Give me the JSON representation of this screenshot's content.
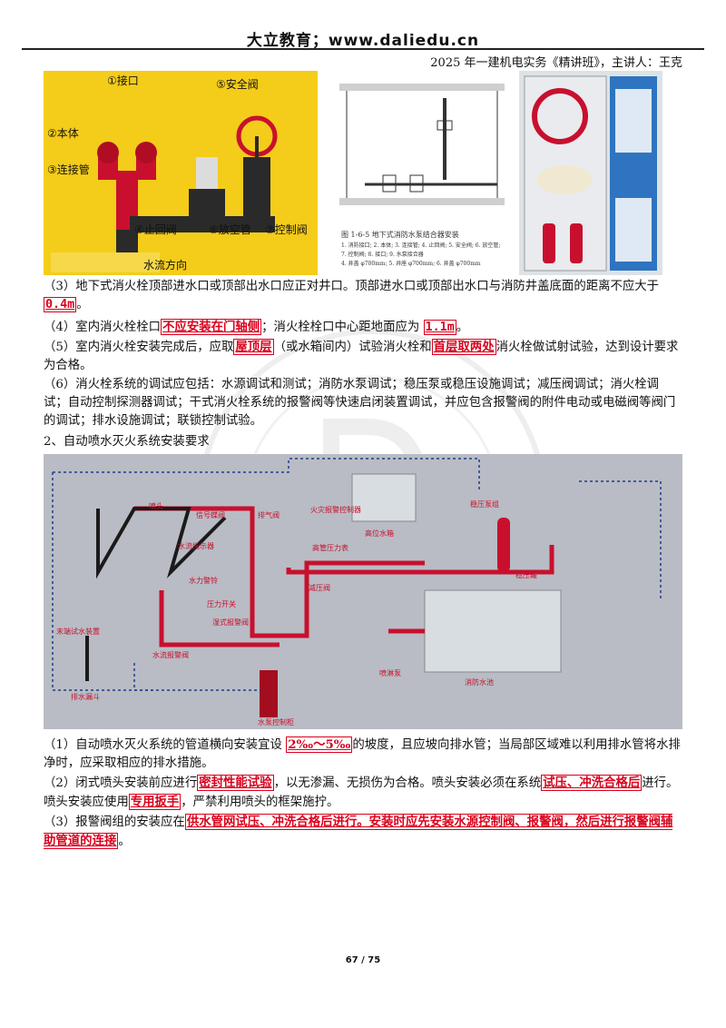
{
  "header": {
    "title": "大立教育；www.daliedu.cn",
    "subtitle": "2025 年一建机电实务《精讲班》，主讲人：王克"
  },
  "figure1": {
    "labels": [
      "①接口",
      "②本体",
      "③连接管",
      "④止回阀",
      "⑤安全阀",
      "⑥放空管",
      "⑦控制阀"
    ],
    "flow_direction": "水流方向"
  },
  "figure2": {
    "caption": "图 1-6-5  地下式消防水泵结合器安装",
    "legend_line1": "1. 消防接口; 2. 本体; 3. 连接管; 4. 止回阀; 5. 安全阀; 6. 放空管;",
    "legend_line2": "7. 控制阀; 8. 接口; 9. 水泵接合器",
    "legend_line3": "4. 井盖 φ700mm; 5. 井座 φ700mm; 6. 井盖 φ700mm"
  },
  "section1": {
    "p3": {
      "a": "（3）地下式消火栓顶部进水口或顶部出水口应正对井口。顶部进水口或顶部出水口与消防井盖底面的距离不应大于 ",
      "h": "0.4m",
      "b": "。"
    },
    "p4": {
      "a": "（4）室内消火栓栓口",
      "h1": "不应安装在门轴侧",
      "b": "；消火栓栓口中心距地面应为 ",
      "h2": "1.1m",
      "c": "。"
    },
    "p5": {
      "a": "（5）室内消火栓安装完成后，应取",
      "h1": "屋顶层",
      "b": "（或水箱间内）试验消火栓和",
      "h2": "首层取两处",
      "c": "消火栓做试射试验，达到设计要求为合格。"
    },
    "p6": "（6）消火栓系统的调试应包括：水源调试和测试；消防水泵调试；稳压泵或稳压设施调试；减压阀调试；消火栓调试；自动控制探测器调试；干式消火栓系统的报警阀等快速启闭装置调试，并应包含报警阀的附件电动或电磁阀等阀门的调试；排水设施调试；联锁控制试验。"
  },
  "section2": {
    "heading": "2、自动喷水灭火系统安装要求",
    "p1": {
      "a": "（1）自动喷水灭火系统的管道横向安装宜设 ",
      "h": "2‰～5‰",
      "b": "的坡度，且应坡向排水管；当局部区域难以利用排水管将水排净时，应采取相应的排水措施。"
    },
    "p2": {
      "a": "（2）闭式喷头安装前应进行",
      "h1": "密封性能试验",
      "b": "，以无渗漏、无损伤为合格。喷头安装必须在系统",
      "h2": "试压、冲洗合格后",
      "c": "进行。喷头安装应使用",
      "h3": "专用扳手",
      "d": "，严禁利用喷头的框架施拧。"
    },
    "p3": {
      "a": "（3）报警阀组的安装应在",
      "h": "供水管网试压、冲洗合格后进行。安装时应先安装水源控制阀、报警阀，然后进行报警阀辅助管道的连接",
      "b": "。"
    }
  },
  "diagram": {
    "labels": [
      "喷头",
      "信号蝶阀",
      "水流指示器",
      "排气阀",
      "火灾报警控制器",
      "高位水箱",
      "稳压泵组",
      "高管压力表",
      "水力警铃",
      "压力开关",
      "湿式报警阀",
      "末端试水装置",
      "水流报警阀",
      "排水漏斗",
      "减压阀",
      "喷淋泵",
      "消防水池",
      "水泵控制柜",
      "稳压罐"
    ]
  },
  "footer": {
    "page": "67 / 75"
  },
  "colors": {
    "highlight": "#d9001b",
    "hydrant_yellow": "#f4cc1a",
    "pipe_red": "#c8102e"
  }
}
